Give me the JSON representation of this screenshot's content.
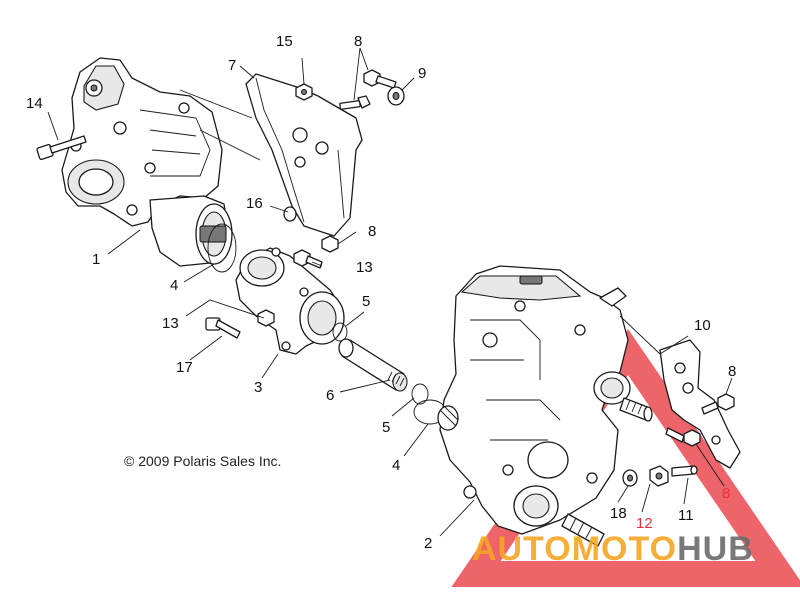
{
  "copyright": "© 2009 Polaris Sales Inc.",
  "callouts": [
    "15",
    "8",
    "9",
    "7",
    "14",
    "16",
    "8",
    "1",
    "4",
    "13",
    "13",
    "5",
    "17",
    "3",
    "6",
    "5",
    "4",
    "10",
    "8",
    "2",
    "18",
    "12",
    "11",
    "8"
  ],
  "watermark": {
    "part_auto": "AUTO",
    "part_moto": "MOTO",
    "part_hub": "HUB",
    "color_orange": "#f5a623",
    "color_grey": "#6b6b6b",
    "color_red": "#e8303a"
  }
}
